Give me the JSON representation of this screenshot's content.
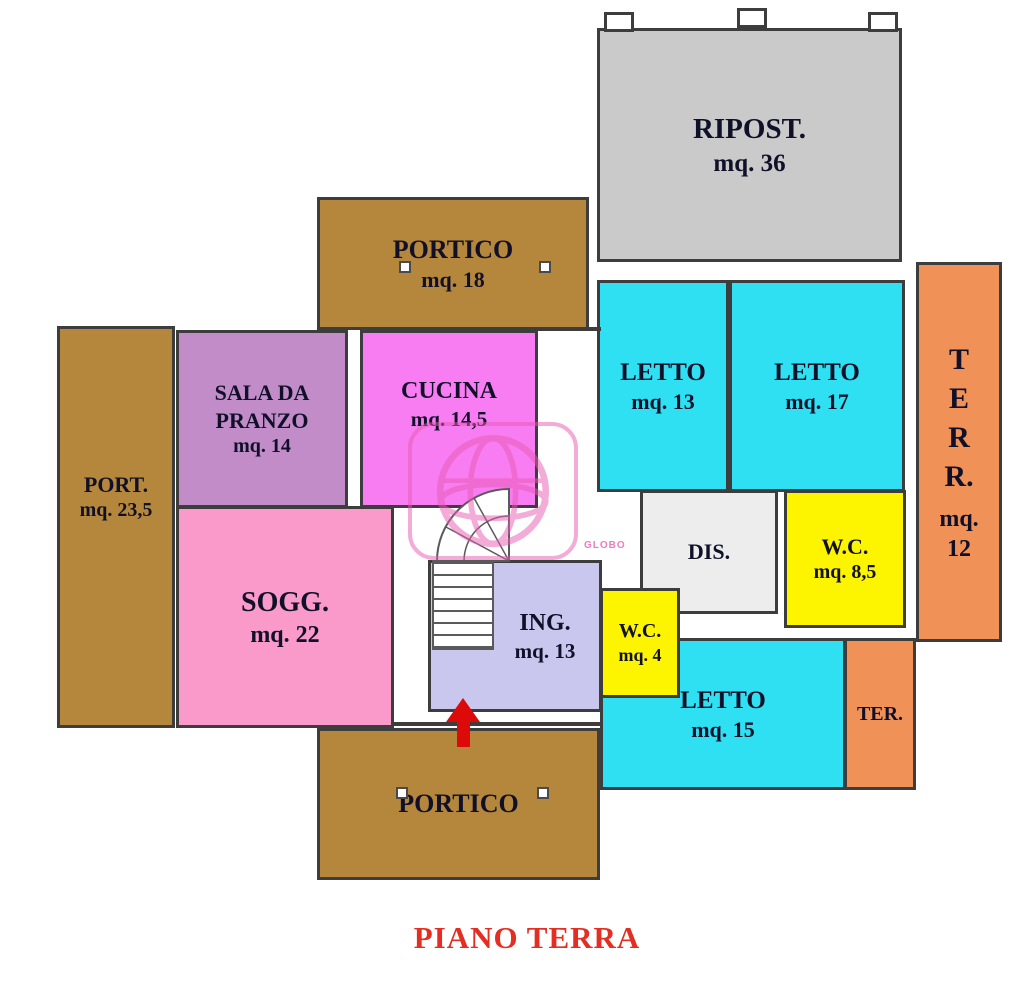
{
  "title": "PIANO TERRA",
  "watermark": {
    "label": "GLOBO",
    "icon": "globe"
  },
  "entrance": {
    "icon": "red-up-arrow"
  },
  "rooms": {
    "ripost": {
      "name": "RIPOST.",
      "area": "mq. 36"
    },
    "portico_top": {
      "name": "PORTICO",
      "area": "mq. 18"
    },
    "terr_right": {
      "name": "TERR.",
      "area": "mq. 12"
    },
    "letto_13": {
      "name": "LETTO",
      "area": "mq. 13"
    },
    "letto_17": {
      "name": "LETTO",
      "area": "mq. 17"
    },
    "sala_da_pranzo": {
      "name": "SALA DA PRANZO",
      "area": "mq. 14"
    },
    "cucina": {
      "name": "CUCINA",
      "area": "mq. 14,5"
    },
    "port_left": {
      "name": "PORT.",
      "area": "mq. 23,5"
    },
    "soggiorno": {
      "name": "SOGG.",
      "area": "mq. 22"
    },
    "ingresso": {
      "name": "ING.",
      "area": "mq. 13"
    },
    "wc_small": {
      "name": "W.C.",
      "area": "mq. 4"
    },
    "disimpegno": {
      "name": "DIS."
    },
    "wc_large": {
      "name": "W.C.",
      "area": "mq. 8,5"
    },
    "letto_15": {
      "name": "LETTO",
      "area": "mq. 15"
    },
    "ter_small": {
      "name": "TER."
    },
    "portico_bottom": {
      "name": "PORTICO"
    }
  },
  "colors": {
    "wall": "#3d3d3d",
    "storage": "#cacaca",
    "portico": "#b5873c",
    "terrace": "#f09158",
    "bedroom": "#2fdff2",
    "dining": "#c18cc8",
    "kitchen": "#f87df2",
    "living": "#fa9aca",
    "entrance_hall": "#c9c7ee",
    "hallway": "#ededed",
    "wc": "#fdf400",
    "arrow": "#dd0a0a",
    "title": "#e52e22",
    "watermark": "#e85ab2"
  }
}
